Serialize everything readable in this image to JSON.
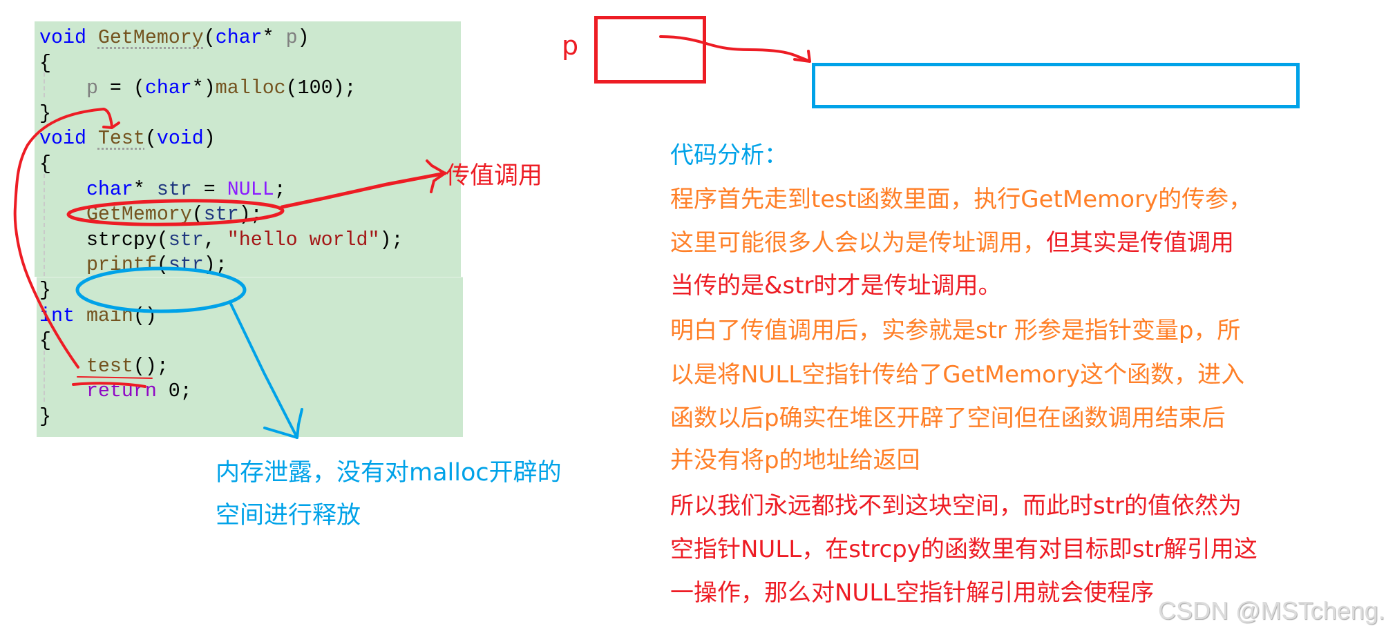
{
  "colors": {
    "red": "#ed1c24",
    "blue": "#00a2e8",
    "orange": "#ff7f27",
    "code_background": "#cce8cf"
  },
  "code": {
    "language": "C",
    "lines": [
      [
        [
          "void",
          "kw"
        ],
        [
          " ",
          "plain"
        ],
        [
          "GetMemory",
          "fn dot"
        ],
        [
          "(",
          "plain"
        ],
        [
          "char",
          "kw"
        ],
        [
          "* ",
          "plain"
        ],
        [
          "p",
          "param"
        ],
        [
          ")",
          "plain"
        ]
      ],
      [
        [
          "{",
          "plain"
        ]
      ],
      [
        [
          "    ",
          "plain"
        ],
        [
          "p",
          "param"
        ],
        [
          " = (",
          "plain"
        ],
        [
          "char",
          "kw"
        ],
        [
          "*)",
          "plain"
        ],
        [
          "malloc",
          "fn"
        ],
        [
          "(100);",
          "plain"
        ]
      ],
      [
        [
          "}",
          "plain"
        ]
      ],
      [
        [
          "void",
          "kw"
        ],
        [
          " ",
          "plain"
        ],
        [
          "Test",
          "fn dot"
        ],
        [
          "(",
          "plain"
        ],
        [
          "void",
          "kw"
        ],
        [
          ")",
          "plain"
        ]
      ],
      [
        [
          "{",
          "plain"
        ]
      ],
      [
        [
          "    ",
          "plain"
        ],
        [
          "char",
          "kw"
        ],
        [
          "* ",
          "plain"
        ],
        [
          "str",
          "var"
        ],
        [
          " = ",
          "plain"
        ],
        [
          "NULL",
          "macro"
        ],
        [
          ";",
          "plain"
        ]
      ],
      [
        [
          "    ",
          "plain"
        ],
        [
          "GetMemory",
          "fn"
        ],
        [
          "(",
          "plain"
        ],
        [
          "str",
          "var"
        ],
        [
          ");",
          "plain"
        ]
      ],
      [
        [
          "    ",
          "plain"
        ],
        [
          "strcpy",
          "plain"
        ],
        [
          "(",
          "plain"
        ],
        [
          "str",
          "var"
        ],
        [
          ", ",
          "plain"
        ],
        [
          "\"hello world\"",
          "str"
        ],
        [
          ");",
          "plain"
        ]
      ],
      [
        [
          "    ",
          "plain"
        ],
        [
          "printf",
          "fn"
        ],
        [
          "(",
          "plain"
        ],
        [
          "str",
          "var"
        ],
        [
          ");",
          "plain"
        ]
      ],
      [
        [
          "}",
          "plain"
        ]
      ],
      [
        [
          "int",
          "kw"
        ],
        [
          " ",
          "plain"
        ],
        [
          "main",
          "fn"
        ],
        [
          "()",
          "plain"
        ]
      ],
      [
        [
          "{",
          "plain"
        ]
      ],
      [
        [
          "    ",
          "plain"
        ],
        [
          "test",
          "fn"
        ],
        [
          "();",
          "plain"
        ]
      ],
      [
        [
          "    ",
          "plain"
        ],
        [
          "return",
          "ctl"
        ],
        [
          " 0;",
          "plain"
        ]
      ],
      [
        [
          "}",
          "plain"
        ]
      ]
    ]
  },
  "annotations": {
    "pointer_label": "p",
    "pass_by_value_label": "传值调用",
    "memory_leak_line1": "内存泄露，没有对malloc开辟的",
    "memory_leak_line2": "空间进行释放"
  },
  "analysis": {
    "heading": "代码分析：",
    "lines": [
      {
        "segments": [
          {
            "text": "程序首先走到test函数里面，执行GetMemory的传参，",
            "color": "orange"
          }
        ]
      },
      {
        "segments": [
          {
            "text": "这里可能很多人会以为是传址调用，",
            "color": "orange"
          },
          {
            "text": "但其实是传值调用",
            "color": "red"
          }
        ]
      },
      {
        "segments": [
          {
            "text": "当传的是&str时才是传址调用。",
            "color": "red"
          }
        ]
      },
      {
        "segments": [
          {
            "text": "明白了传值调用后，实参就是str 形参是指针变量p，所",
            "color": "orange"
          }
        ]
      },
      {
        "segments": [
          {
            "text": "以是将NULL空指针传给了GetMemory这个函数，进入",
            "color": "orange"
          }
        ]
      },
      {
        "segments": [
          {
            "text": "函数以后p确实在堆区开辟了空间但在函数调用结束后",
            "color": "orange"
          }
        ]
      },
      {
        "segments": [
          {
            "text": "并没有将p的地址给返回",
            "color": "orange"
          }
        ]
      },
      {
        "segments": [
          {
            "text": "所以我们永远都找不到这块空间，而此时str的值依然为",
            "color": "red"
          }
        ]
      },
      {
        "segments": [
          {
            "text": "空指针NULL，在strcpy的函数里有对目标即str解引用这",
            "color": "red"
          }
        ]
      },
      {
        "segments": [
          {
            "text": "一操作，那么对NULL空指针解引用就会使程序",
            "color": "red"
          }
        ]
      }
    ]
  },
  "watermark": "CSDN @MSTcheng."
}
